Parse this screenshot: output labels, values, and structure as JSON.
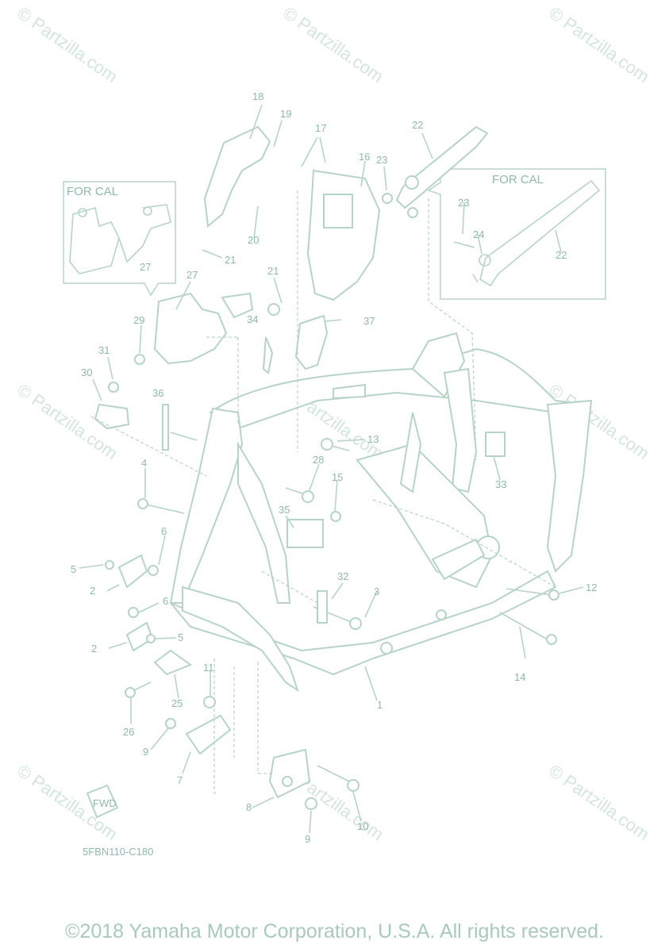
{
  "watermark": "© Partzilla.com",
  "diagram_code": "5FBN110-C180",
  "fwd_label": "FWD",
  "copyright": "©2018 Yamaha Motor Corporation, U.S.A. All rights reserved.",
  "callouts": {
    "for_cal": "FOR CAL",
    "parts": [
      "1",
      "2",
      "2",
      "3",
      "4",
      "5",
      "5",
      "6",
      "6",
      "7",
      "8",
      "9",
      "9",
      "10",
      "11",
      "12",
      "13",
      "14",
      "15",
      "16",
      "17",
      "18",
      "19",
      "20",
      "21",
      "21",
      "22",
      "22",
      "23",
      "23",
      "24",
      "25",
      "26",
      "27",
      "27",
      "28",
      "29",
      "30",
      "31",
      "32",
      "33",
      "34",
      "35",
      "36",
      "37"
    ]
  },
  "colors": {
    "line": "#b7d3c7",
    "text": "#8fb9a8",
    "watermark": "#cfe2da"
  }
}
